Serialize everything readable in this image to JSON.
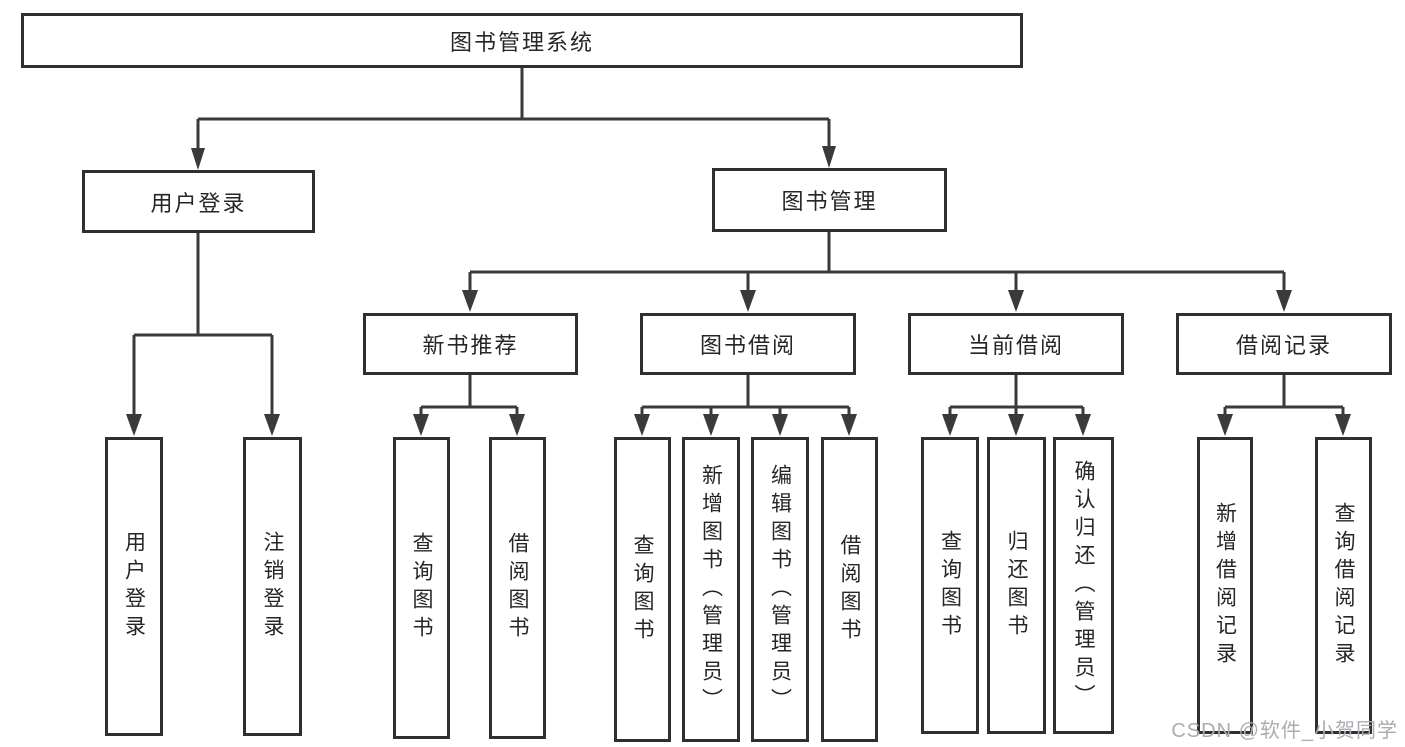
{
  "tree": {
    "root": {
      "label": "图书管理系统"
    },
    "level2": [
      {
        "label": "用户登录",
        "children": [
          {
            "label": "用户登录"
          },
          {
            "label": "注销登录"
          }
        ]
      },
      {
        "label": "图书管理",
        "children": [
          {
            "label": "新书推荐",
            "children": [
              {
                "label": "查询图书"
              },
              {
                "label": "借阅图书"
              }
            ]
          },
          {
            "label": "图书借阅",
            "children": [
              {
                "label": "查询图书"
              },
              {
                "label": "新增图书（管理员）"
              },
              {
                "label": "编辑图书（管理员）"
              },
              {
                "label": "借阅图书"
              }
            ]
          },
          {
            "label": "当前借阅",
            "children": [
              {
                "label": "查询图书"
              },
              {
                "label": "归还图书"
              },
              {
                "label": "确认归还（管理员）"
              }
            ]
          },
          {
            "label": "借阅记录",
            "children": [
              {
                "label": "新增借阅记录"
              },
              {
                "label": "查询借阅记录"
              }
            ]
          }
        ]
      }
    ]
  },
  "watermark": {
    "text": "CSDN @软件_小贺同学"
  },
  "colors": {
    "line": "#3a3a3a",
    "border": "#2f2f2f",
    "text": "#262626",
    "watermark": "#a9acb0",
    "background": "#ffffff"
  }
}
